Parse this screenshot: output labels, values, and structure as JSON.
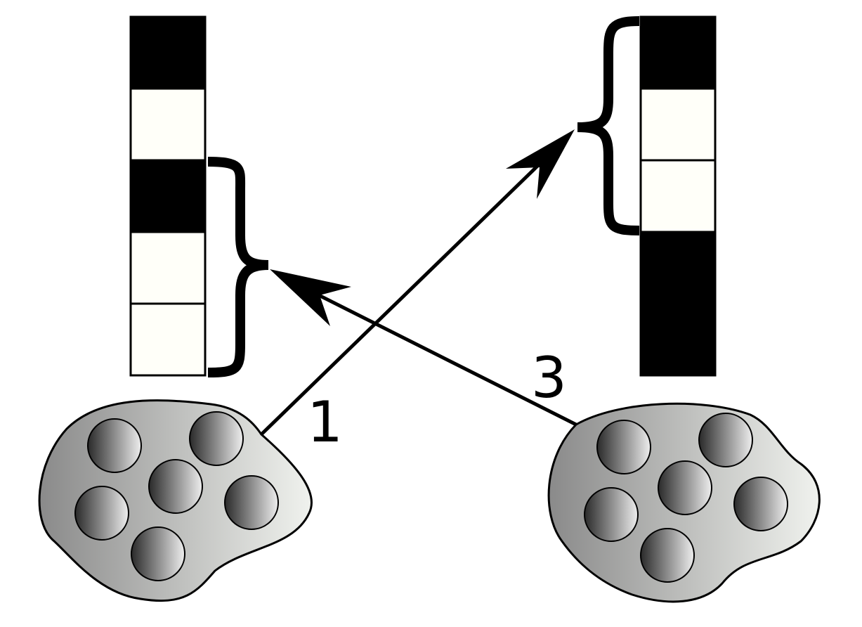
{
  "diagram": {
    "left_column": {
      "cells": [
        "filled",
        "empty",
        "filled",
        "empty",
        "empty"
      ]
    },
    "right_column": {
      "cells": [
        "filled",
        "empty",
        "empty",
        "filled",
        "filled"
      ]
    },
    "arrow_labels": {
      "left_to_right": "1",
      "right_to_left": "3"
    }
  },
  "colors": {
    "filled_cell": "#000000",
    "empty_cell": "#fffff9",
    "blob_light": "#eef0ec",
    "blob_dark": "#8a8a8a",
    "bead_light": "#eeeeee",
    "bead_dark": "#2a2a2a"
  }
}
